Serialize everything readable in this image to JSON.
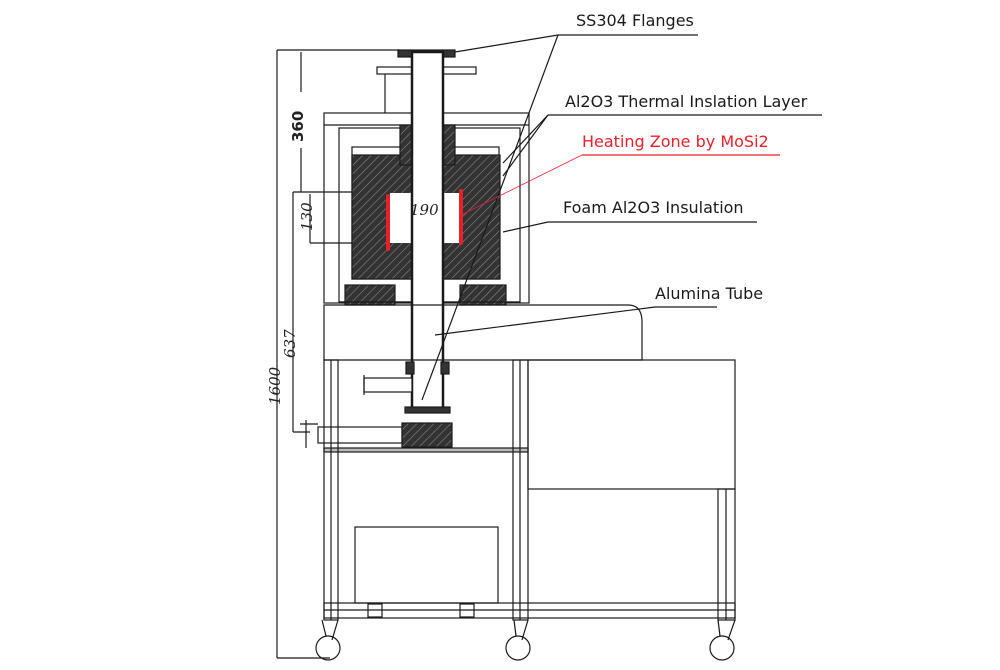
{
  "labels": {
    "flanges": "SS304 Flanges",
    "thermal_layer": "Al2O3 Thermal Inslation Layer",
    "heating_zone": "Heating Zone by MoSi2",
    "foam_insulation": "Foam Al2O3 Insulation",
    "alumina_tube": "Alumina Tube"
  },
  "dimensions": {
    "total_height": "1600",
    "top_height": "360",
    "lower_height": "637",
    "heating_zone_height": "130",
    "tube_width": "190"
  },
  "colors": {
    "heating_zone": "#e8202a",
    "lines": "#1a1a1a"
  }
}
